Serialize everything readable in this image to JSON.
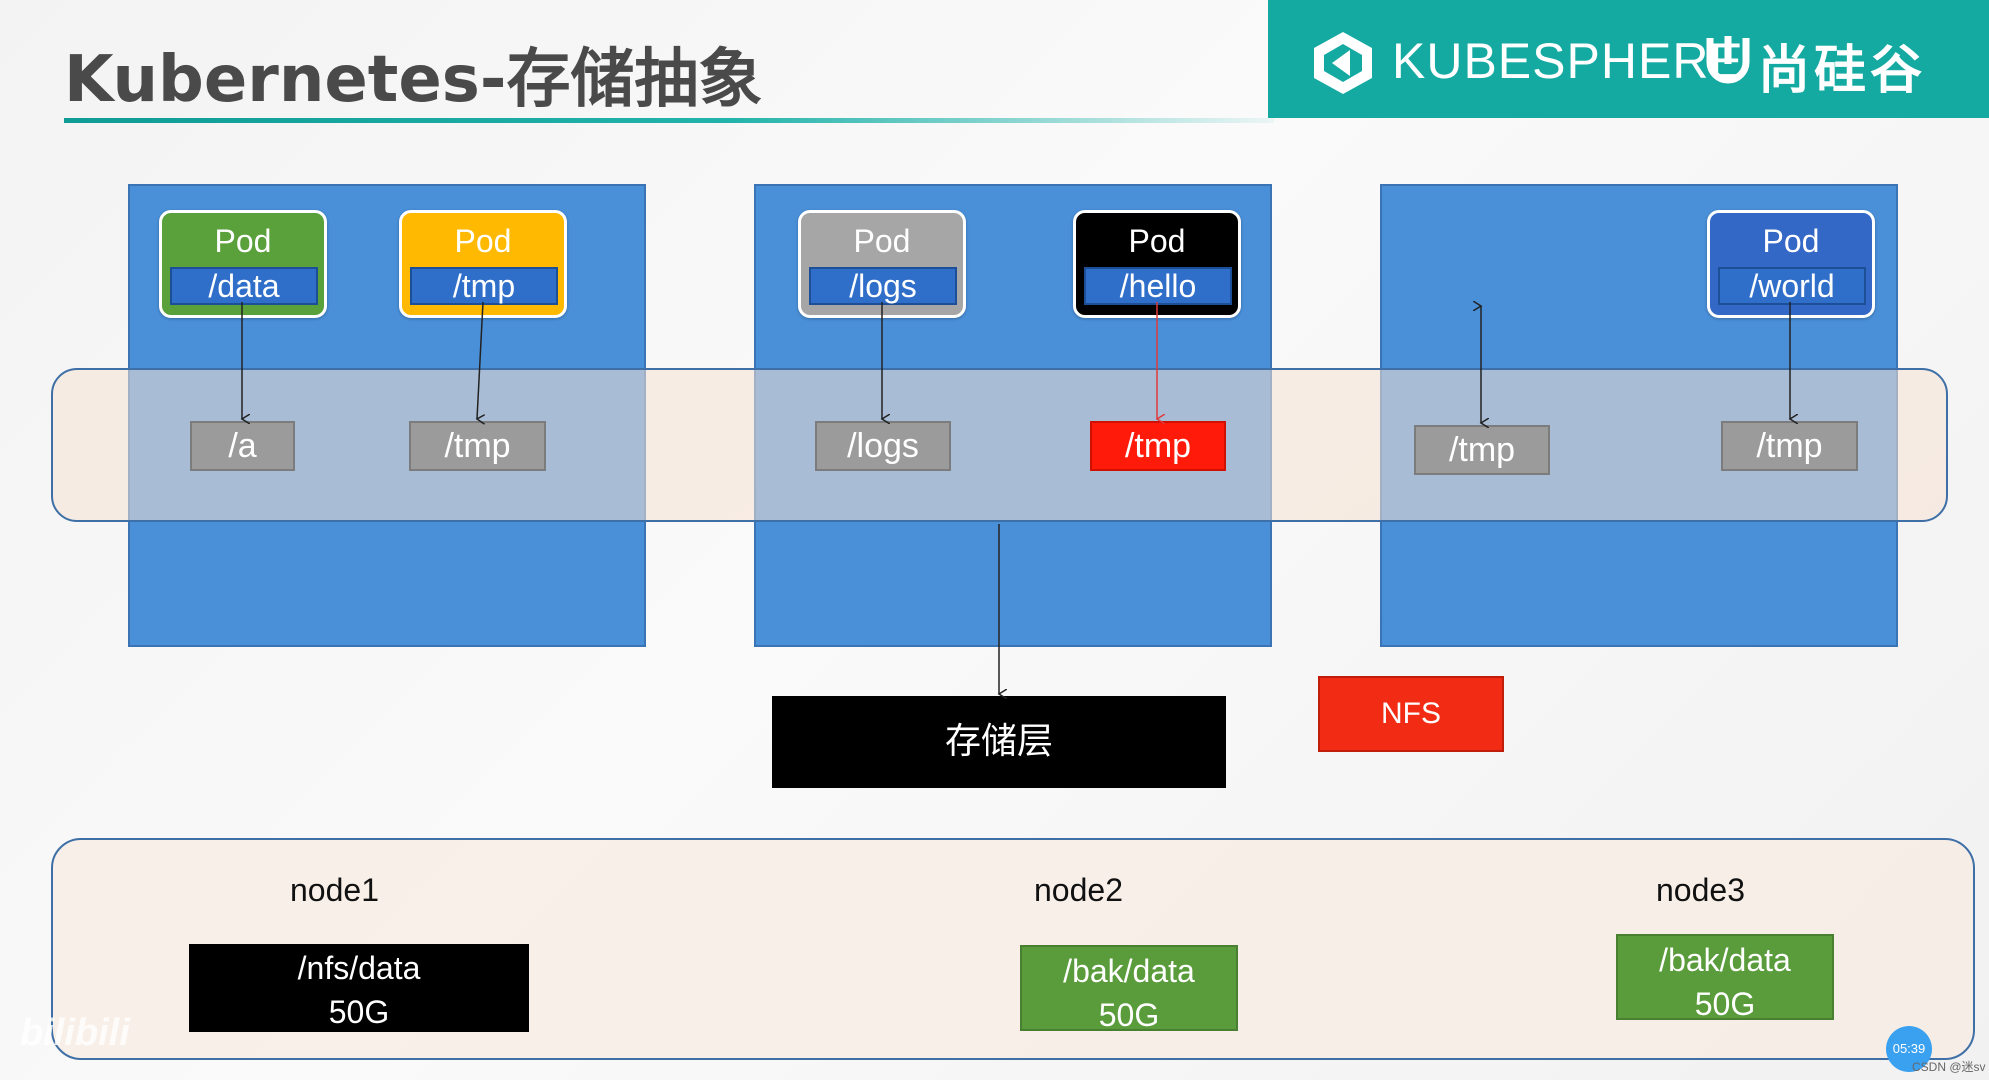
{
  "title": "Kubernetes-存储抽象",
  "brand": {
    "name": "KUBESPHERE",
    "partner": "尚硅谷",
    "background": "#14aaa1"
  },
  "pods": [
    {
      "label": "Pod",
      "path": "/data",
      "color": "#5aa13c"
    },
    {
      "label": "Pod",
      "path": "/tmp",
      "color": "#ffb900"
    },
    {
      "label": "Pod",
      "path": "/logs",
      "color": "#a6a6a6"
    },
    {
      "label": "Pod",
      "path": "/hello",
      "color": "#000000"
    },
    {
      "label": "Pod",
      "path": "/world",
      "color": "#3468c6"
    }
  ],
  "volumes": [
    "/a",
    "/tmp",
    "/logs",
    "/tmp",
    "/tmp",
    "/tmp"
  ],
  "storage_layer": "存储层",
  "nfs": "NFS",
  "nodes": [
    {
      "name": "node1",
      "path": "/nfs/data",
      "size": "50G",
      "color": "#000000"
    },
    {
      "name": "node2",
      "path": "/bak/data",
      "size": "50G",
      "color": "#5a9c3b"
    },
    {
      "name": "node3",
      "path": "/bak/data",
      "size": "50G",
      "color": "#5a9c3b"
    }
  ],
  "timer": "05:39",
  "watermark": "bilibili",
  "credit": "CSDN @迷sv"
}
